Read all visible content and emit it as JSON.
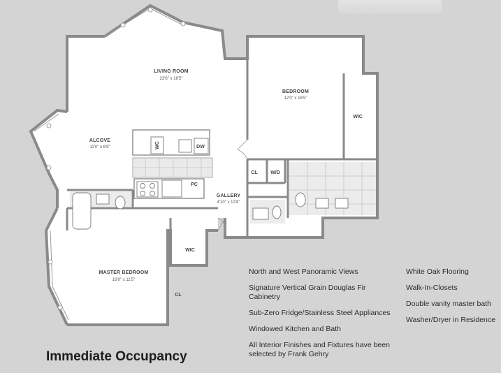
{
  "rooms": {
    "living": {
      "name": "LIVING ROOM",
      "dims": "23'6\" x 16'5\""
    },
    "bedroom": {
      "name": "BEDROOM",
      "dims": "12'0\" x 16'5\""
    },
    "alcove": {
      "name": "ALCOVE",
      "dims": "11'0\" x 6'9\""
    },
    "gallery": {
      "name": "GALLERY",
      "dims": "4'10\" x 12'8\""
    },
    "master": {
      "name": "MASTER BEDROOM",
      "dims": "16'0\" x 11'5\""
    }
  },
  "labels": {
    "wic_bedroom": "WIC",
    "wic_master": "WIC",
    "cl_gallery": "CL",
    "wd": "W/D",
    "cl_master": "CL",
    "wc": "WC",
    "dw": "DW",
    "pc": "PC"
  },
  "features_left": [
    "North and West Panoramic Views",
    "Signature Vertical Grain Douglas Fir Cabinetry",
    "Sub-Zero Fridge/Stainless Steel Appliances",
    "Windowed Kitchen and Bath",
    "All Interior Finishes and Fixtures have been selected by Frank Gehry"
  ],
  "features_right": [
    "White Oak Flooring",
    "Walk-In-Closets",
    "Double vanity master bath",
    "Washer/Dryer in Residence"
  ],
  "headline": "Immediate Occupancy"
}
